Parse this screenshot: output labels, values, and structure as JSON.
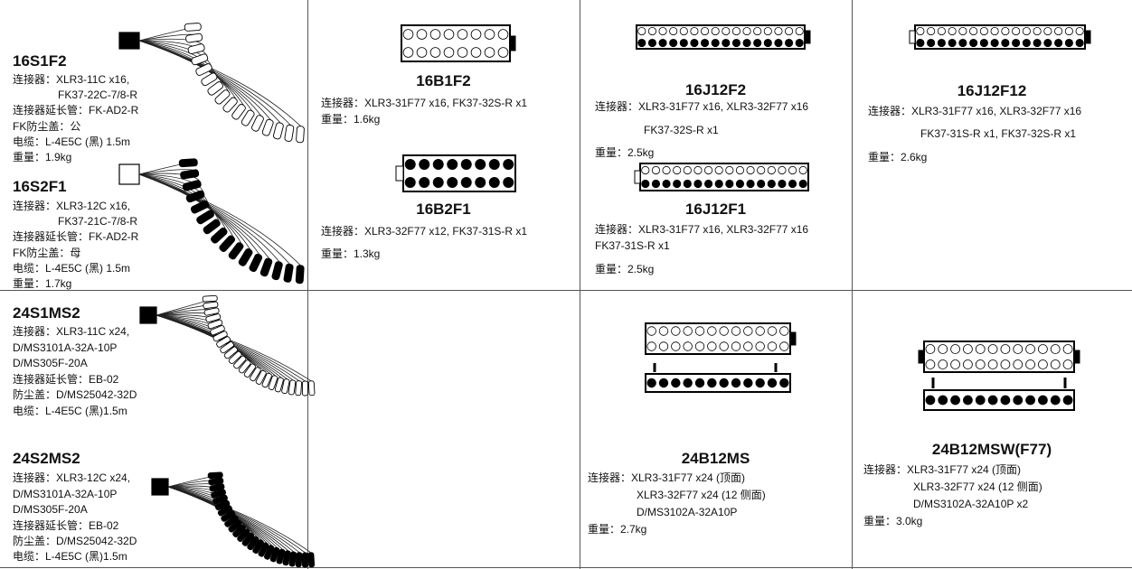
{
  "c1a": {
    "title": "16S1F2",
    "l1": "连接器：XLR3-11C x16,",
    "l2": "FK37-22C-7/8-R",
    "l3": "连接器延长管：FK-AD2-R",
    "l4": "FK防尘盖：公",
    "l5": "电缆：L-4E5C (黑) 1.5m",
    "l6": "重量：1.9kg"
  },
  "c1b": {
    "title": "16S2F1",
    "l1": "连接器：XLR3-12C x16,",
    "l2": "FK37-21C-7/8-R",
    "l3": "连接器延长管：FK-AD2-R",
    "l4": "FK防尘盖：母",
    "l5": "电缆：L-4E5C (黑) 1.5m",
    "l6": "重量：1.7kg"
  },
  "c1c": {
    "title": "24S1MS2",
    "l1": "连接器：XLR3-11C x24,",
    "l2": "D/MS3101A-32A-10P",
    "l3": "D/MS305F-20A",
    "l4": "连接器延长管：EB-02",
    "l5": "防尘盖：D/MS25042-32D",
    "l6": "电缆：L-4E5C (黑)1.5m"
  },
  "c1d": {
    "title": "24S2MS2",
    "l1": "连接器：XLR3-12C x24,",
    "l2": "D/MS3101A-32A-10P",
    "l3": "D/MS305F-20A",
    "l4": "连接器延长管：EB-02",
    "l5": "防尘盖：D/MS25042-32D",
    "l6": "电缆：L-4E5C (黑)1.5m"
  },
  "c2a": {
    "title": "16B1F2",
    "l1": "连接器：XLR3-31F77 x16, FK37-32S-R x1",
    "l2": "重量：1.6kg"
  },
  "c2b": {
    "title": "16B2F1",
    "l1": "连接器：XLR3-32F77 x12, FK37-31S-R x1",
    "l2": "重量：1.3kg"
  },
  "c3a": {
    "title": "16J12F2",
    "l1": "连接器：XLR3-31F77 x16, XLR3-32F77 x16",
    "l2": "FK37-32S-R x1",
    "l3": "重量：2.5kg"
  },
  "c3b": {
    "title": "16J12F1",
    "l1": "连接器：XLR3-31F77 x16, XLR3-32F77 x16",
    "l2": "FK37-31S-R x1",
    "l3": "重量：2.5kg"
  },
  "c3c": {
    "title": "24B12MS",
    "l1": "连接器：XLR3-31F77 x24 (顶面)",
    "l2": "XLR3-32F77 x24 (12 侧面)",
    "l3": "D/MS3102A-32A10P",
    "l4": "重量：2.7kg"
  },
  "c4a": {
    "title": "16J12F12",
    "l1": "连接器：XLR3-31F77 x16, XLR3-32F77 x16",
    "l2": "FK37-31S-R x1, FK37-32S-R x1",
    "l3": "重量：2.6kg"
  },
  "c4b": {
    "title": "24B12MSW(F77)",
    "l1": "连接器：XLR3-31F77 x24 (顶面)",
    "l2": "XLR3-32F77 x24 (12 侧面)",
    "l3": "D/MS3102A-32A10P x2",
    "l4": "重量：3.0kg"
  }
}
